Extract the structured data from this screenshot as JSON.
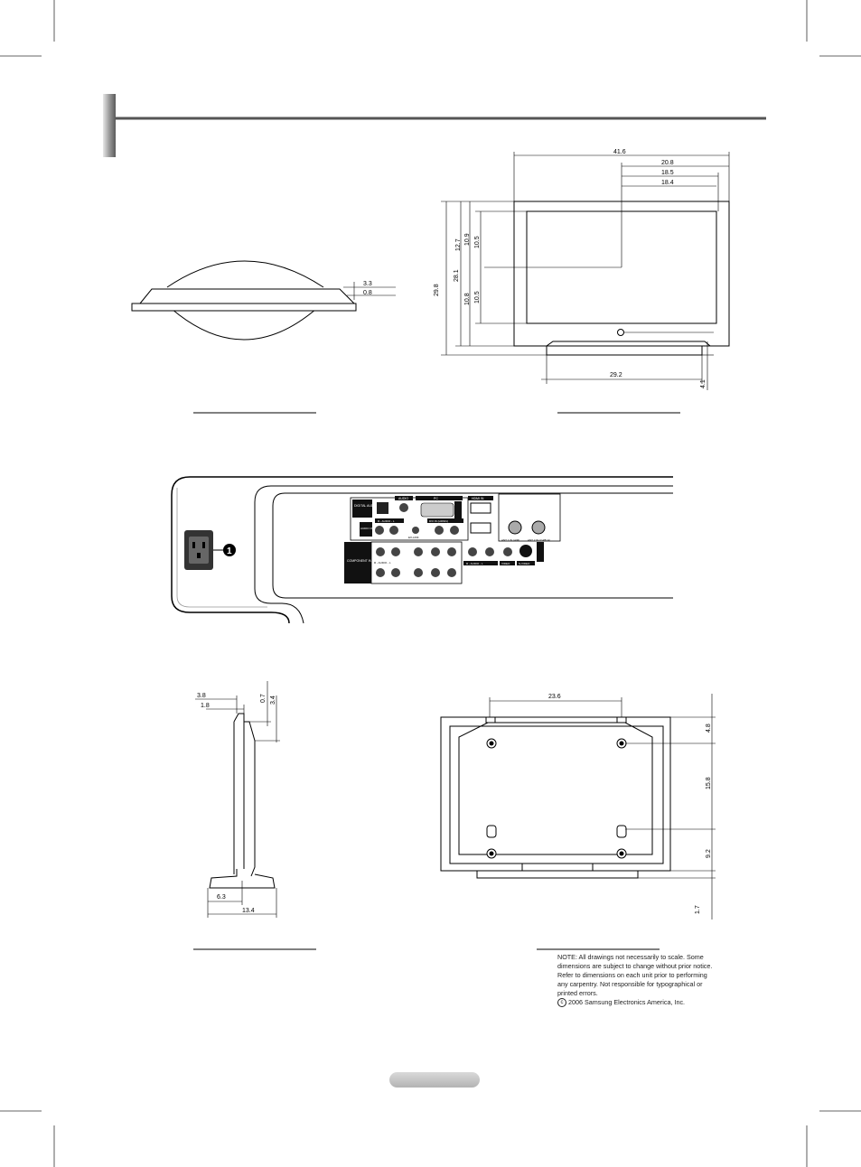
{
  "top_view": {
    "dims": [
      "3.3",
      "0.8"
    ]
  },
  "front_view": {
    "dims_top": [
      "41.6",
      "20.8",
      "18.5",
      "18.4"
    ],
    "dims_left": [
      "29.8",
      "28.1",
      "12.7",
      "10.9",
      "10.5",
      "10.8",
      "10.5"
    ],
    "dims_bottom": [
      "29.2",
      "4.1"
    ]
  },
  "rear_panel": {
    "callout": "1",
    "labels": {
      "digital_audio_out": "DIGITAL AUDIO OUT (OPTICAL)",
      "audio_top": "AUDIO",
      "pc": "PC",
      "hdmi_in": "HDMI IN",
      "audio_out": "AUDIO OUT",
      "audio_lr": "R - AUDIO - L",
      "dvi_in": "DVI IN (HDMI1)",
      "ex_link": "EX-LINK",
      "component_in": "COMPONENT IN",
      "audio_lr2": "R - AUDIO - L",
      "video": "VIDEO",
      "s_video": "S-VIDEO",
      "ant_in": "ANT 1 IN (AIR)",
      "ant2_in": "ANT 2 IN (CABLE)",
      "av_in": "AV IN 1"
    }
  },
  "side_view": {
    "dims_top": [
      "3.8",
      "1.8",
      "0.7",
      "3.4"
    ],
    "dims_bottom": [
      "6.3",
      "13.4"
    ]
  },
  "rear_view": {
    "dims": [
      "23.6",
      "4.8",
      "15.8",
      "9.2",
      "1.7"
    ]
  },
  "note": {
    "lines": [
      "NOTE:  All drawings not necessarily to scale.  Some",
      "dimensions are subject to change without prior notice.",
      "Refer to dimensions on each unit prior to performing",
      "any carpentry.  Not responsible for typographical or",
      "printed errors."
    ],
    "copyright": "2006 Samsung Electronics America, Inc.",
    "copyright_symbol": "c"
  }
}
